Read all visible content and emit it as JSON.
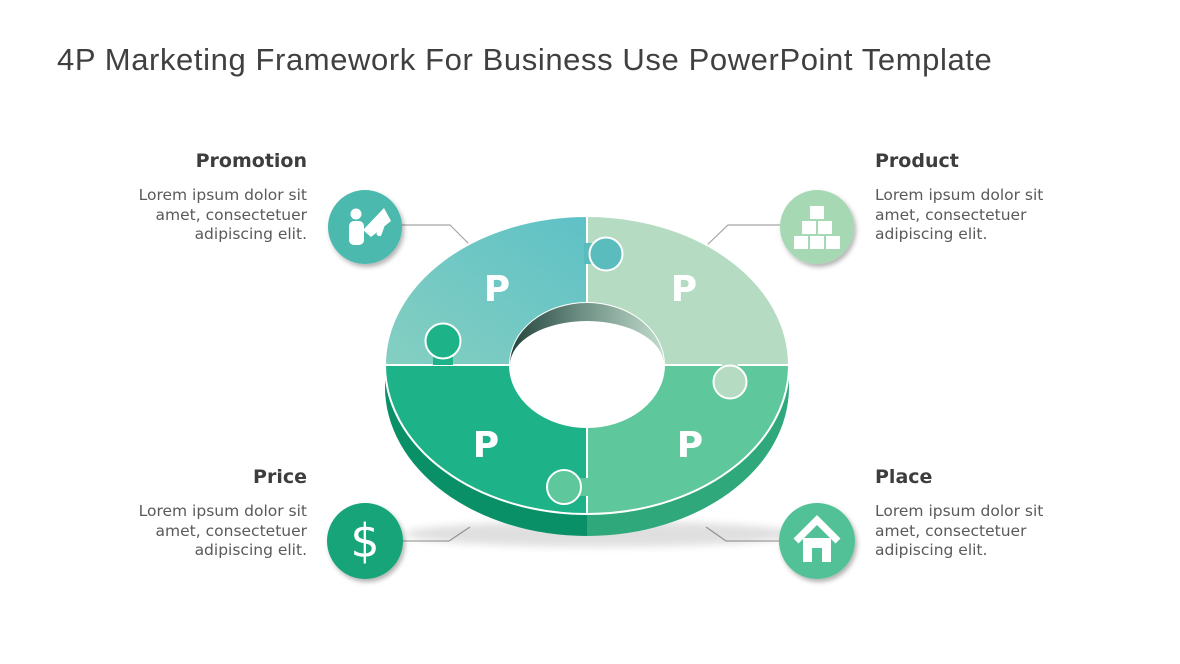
{
  "title": "4P Marketing Framework For Business Use PowerPoint Template",
  "sections": {
    "promotion": {
      "heading": "Promotion",
      "lines": [
        "Lorem ipsum dolor sit",
        "amet, consectetuer",
        "adipiscing elit."
      ],
      "icon": "person-megaphone-icon",
      "circle_color": "#4cb9ae"
    },
    "product": {
      "heading": "Product",
      "lines": [
        "Lorem ipsum dolor sit",
        "amet, consectetuer",
        "adipiscing elit."
      ],
      "icon": "stacked-boxes-icon",
      "circle_color": "#a7d8b4"
    },
    "price": {
      "heading": "Price",
      "lines": [
        "Lorem ipsum dolor sit",
        "amet, consectetuer",
        "adipiscing elit."
      ],
      "icon": "dollar-sign-icon",
      "icon_glyph": "$",
      "circle_color": "#16a478"
    },
    "place": {
      "heading": "Place",
      "lines": [
        "Lorem ipsum dolor sit",
        "amet, consectetuer",
        "adipiscing elit."
      ],
      "icon": "home-icon",
      "circle_color": "#52c197"
    }
  },
  "diagram": {
    "type": "puzzle-donut",
    "segments": [
      {
        "section": "promotion",
        "letter": "P",
        "position": "top-left",
        "color": "#64c2c3"
      },
      {
        "section": "product",
        "letter": "P",
        "position": "top-right",
        "color": "#b5dcc2"
      },
      {
        "section": "price",
        "letter": "P",
        "position": "bottom-left",
        "color": "#1db287"
      },
      {
        "section": "place",
        "letter": "P",
        "position": "bottom-right",
        "color": "#5ec79b"
      }
    ]
  },
  "colors": {
    "connector": "#a6a6a6",
    "title_text": "#404040",
    "heading_text": "#3d3d3d",
    "body_text": "#5a5a5a",
    "background": "#ffffff",
    "extrusion_left": "#0a9066",
    "extrusion_right": "#2fa87c"
  }
}
